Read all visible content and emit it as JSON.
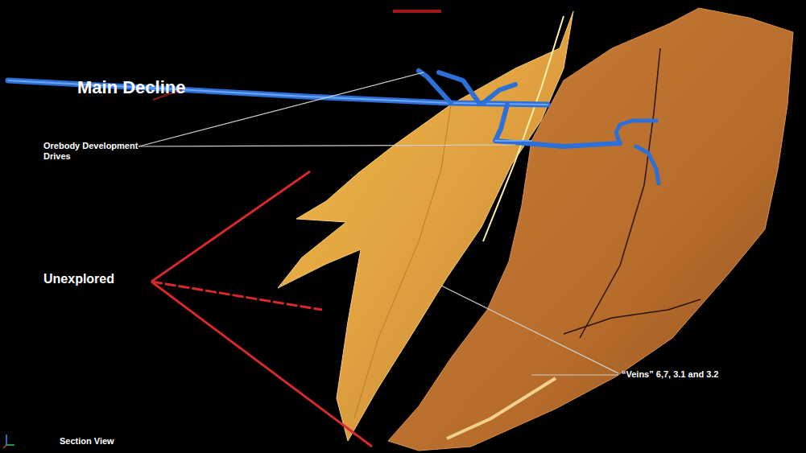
{
  "diagram": {
    "labels": [
      "Main Decline",
      "Orebody Development Drives",
      "Unexplored",
      "“Veins” 6,7, 3.1 and 3.2",
      "Section View"
    ]
  }
}
